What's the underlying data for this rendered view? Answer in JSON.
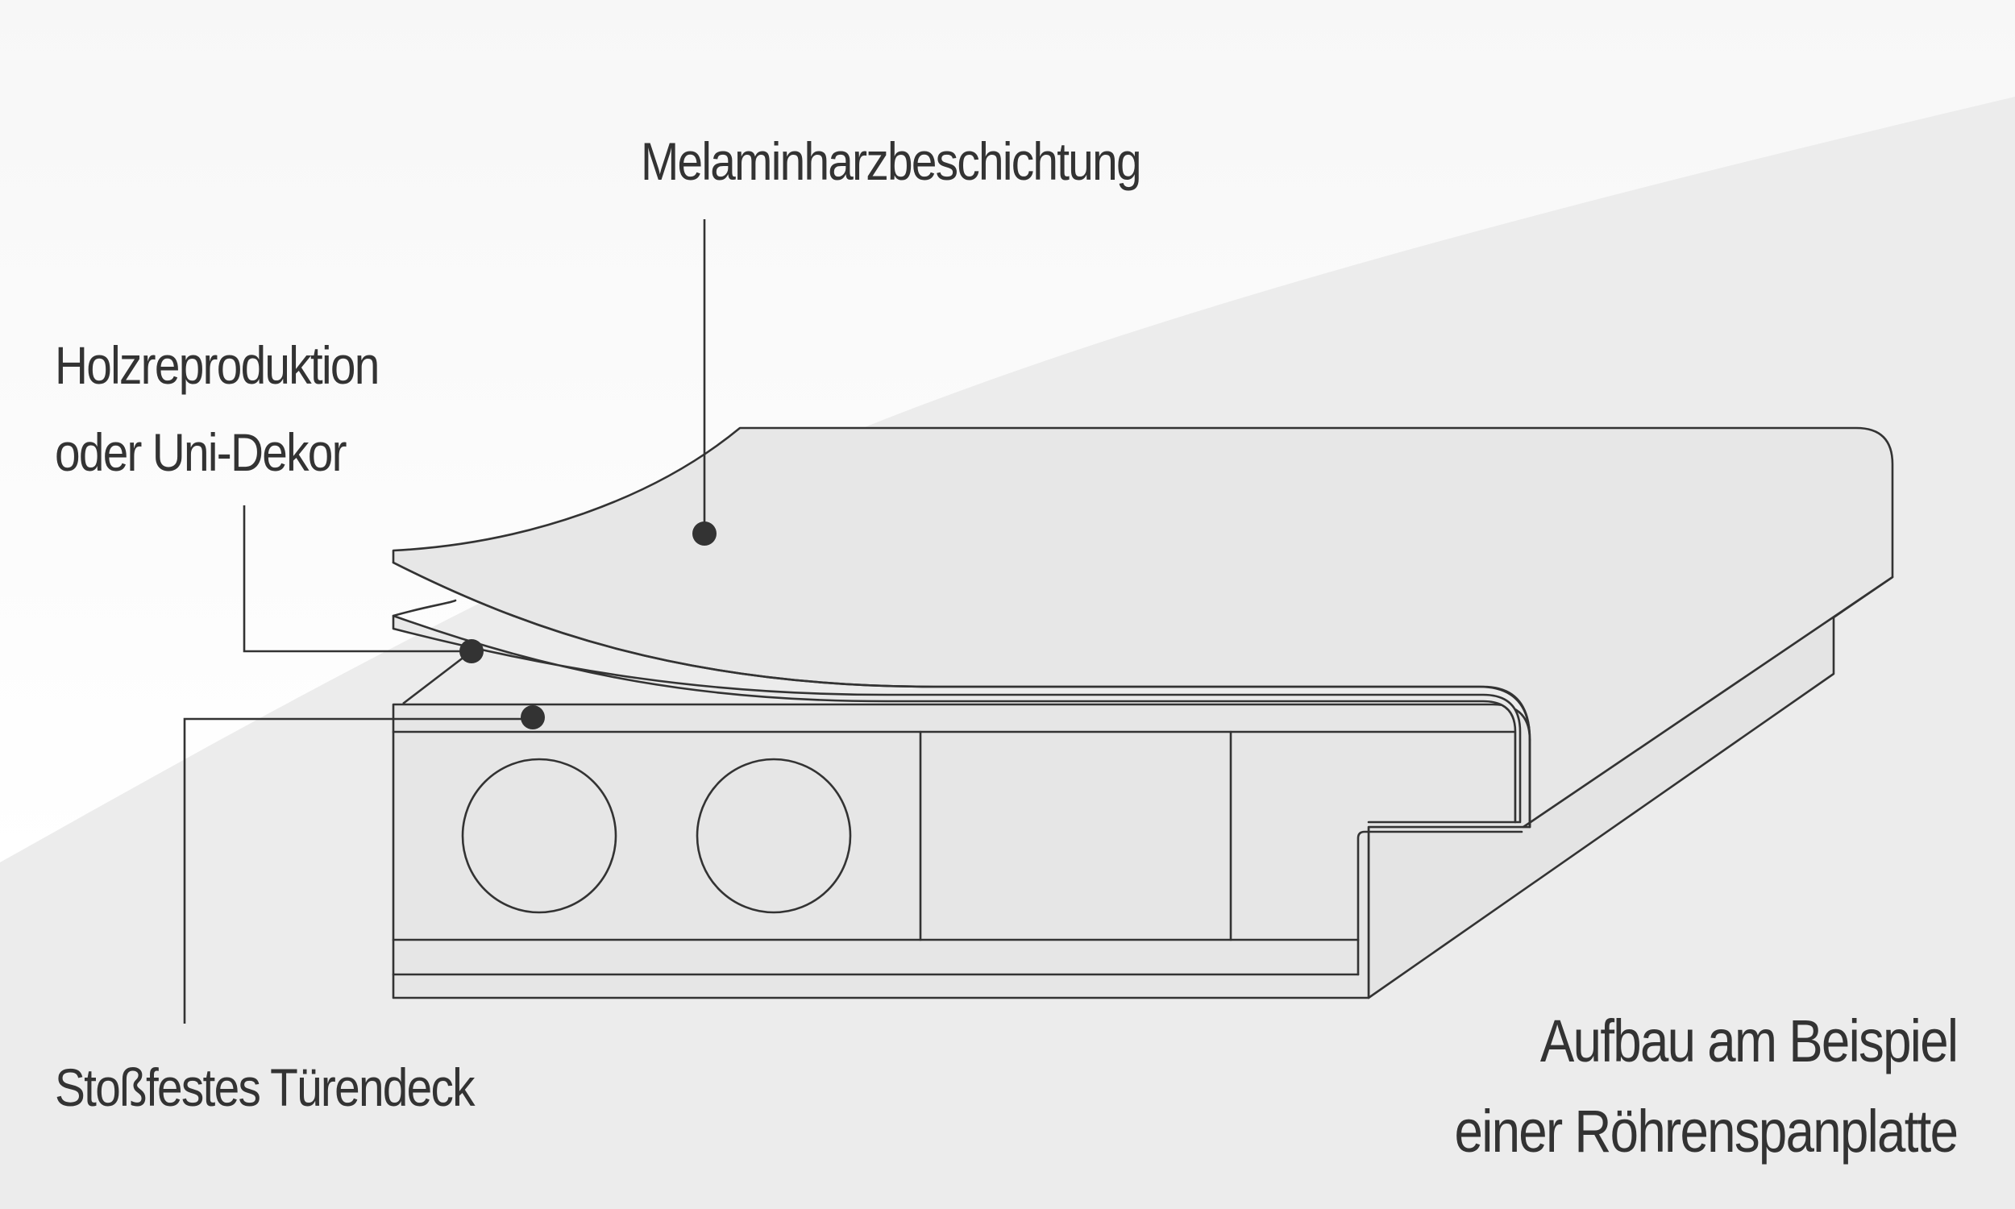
{
  "colors": {
    "background": "#ececec",
    "highlight": "#ffffff",
    "layer_fill": "#e6e6e6",
    "line": "#333333",
    "text": "#333333"
  },
  "labels": {
    "melamin": "Melaminharzbeschichtung",
    "holz_line1": "Holzreproduktion",
    "holz_line2": "oder Uni-Dekor",
    "stoss": "Stoßfestes Türendeck",
    "aufbau_line1": "Aufbau am Beispiel",
    "aufbau_line2": "einer Röhrenspanplatte"
  }
}
